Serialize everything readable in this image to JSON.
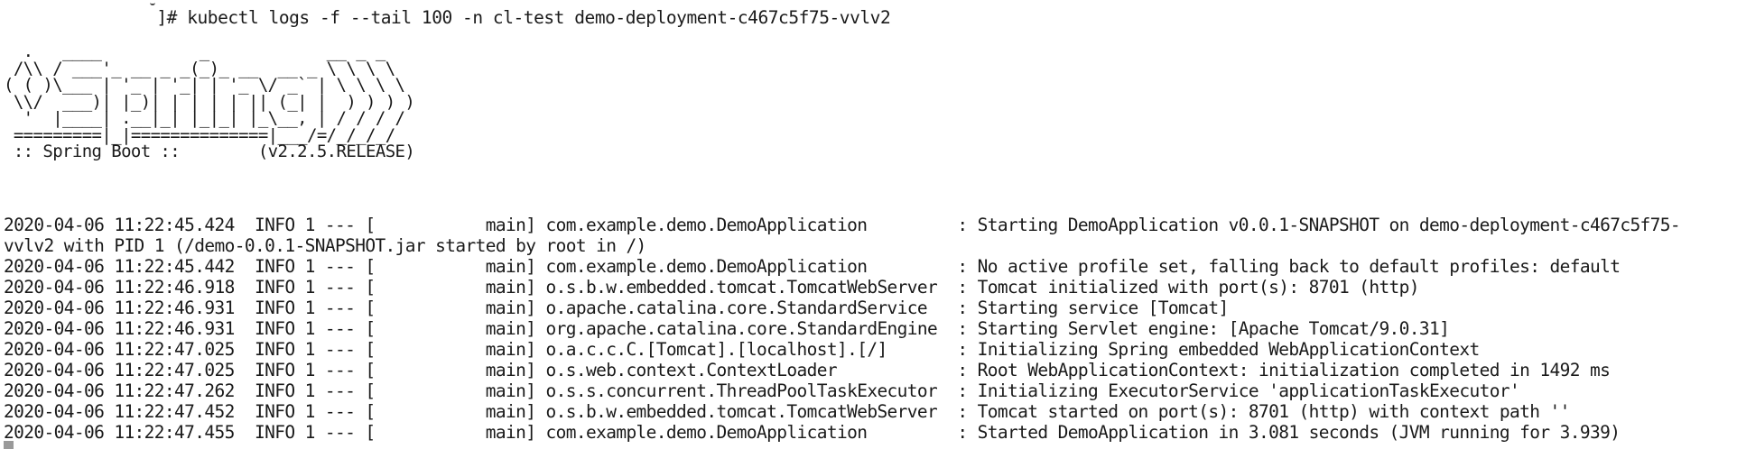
{
  "terminal": {
    "command_line": "]# kubectl logs -f --tail 100 -n cl-test demo-deployment-c467c5f75-vvlv2",
    "banner": [
      "  .   ____          _            __ _ _",
      " /\\\\ / ___'_ __ _ _(_)_ __  __ _ \\ \\ \\ \\",
      "( ( )\\___ | '_ | '_| | '_ \\/ _` | \\ \\ \\ \\",
      " \\\\/  ___)| |_)| | | | | || (_| |  ) ) ) )",
      "  '  |____| .__|_| |_|_| |_\\__, | / / / /",
      " =========|_|==============|___/=/_/_/_/",
      " :: Spring Boot ::        (v2.2.5.RELEASE)"
    ],
    "log_lines": [
      "2020-04-06 11:22:45.424  INFO 1 --- [           main] com.example.demo.DemoApplication         : Starting DemoApplication v0.0.1-SNAPSHOT on demo-deployment-c467c5f75-",
      "vvlv2 with PID 1 (/demo-0.0.1-SNAPSHOT.jar started by root in /)",
      "2020-04-06 11:22:45.442  INFO 1 --- [           main] com.example.demo.DemoApplication         : No active profile set, falling back to default profiles: default",
      "2020-04-06 11:22:46.918  INFO 1 --- [           main] o.s.b.w.embedded.tomcat.TomcatWebServer  : Tomcat initialized with port(s): 8701 (http)",
      "2020-04-06 11:22:46.931  INFO 1 --- [           main] o.apache.catalina.core.StandardService   : Starting service [Tomcat]",
      "2020-04-06 11:22:46.931  INFO 1 --- [           main] org.apache.catalina.core.StandardEngine  : Starting Servlet engine: [Apache Tomcat/9.0.31]",
      "2020-04-06 11:22:47.025  INFO 1 --- [           main] o.a.c.c.C.[Tomcat].[localhost].[/]       : Initializing Spring embedded WebApplicationContext",
      "2020-04-06 11:22:47.025  INFO 1 --- [           main] o.s.web.context.ContextLoader            : Root WebApplicationContext: initialization completed in 1492 ms",
      "2020-04-06 11:22:47.262  INFO 1 --- [           main] o.s.s.concurrent.ThreadPoolTaskExecutor  : Initializing ExecutorService 'applicationTaskExecutor'",
      "2020-04-06 11:22:47.452  INFO 1 --- [           main] o.s.b.w.embedded.tomcat.TomcatWebServer  : Tomcat started on port(s): 8701 (http) with context path ''",
      "2020-04-06 11:22:47.455  INFO 1 --- [           main] com.example.demo.DemoApplication         : Started DemoApplication in 3.081 seconds (JVM running for 3.939)"
    ],
    "colors": {
      "background": "#ffffff",
      "text": "#1a1a1a",
      "cursor": "#9a9a9a"
    }
  }
}
